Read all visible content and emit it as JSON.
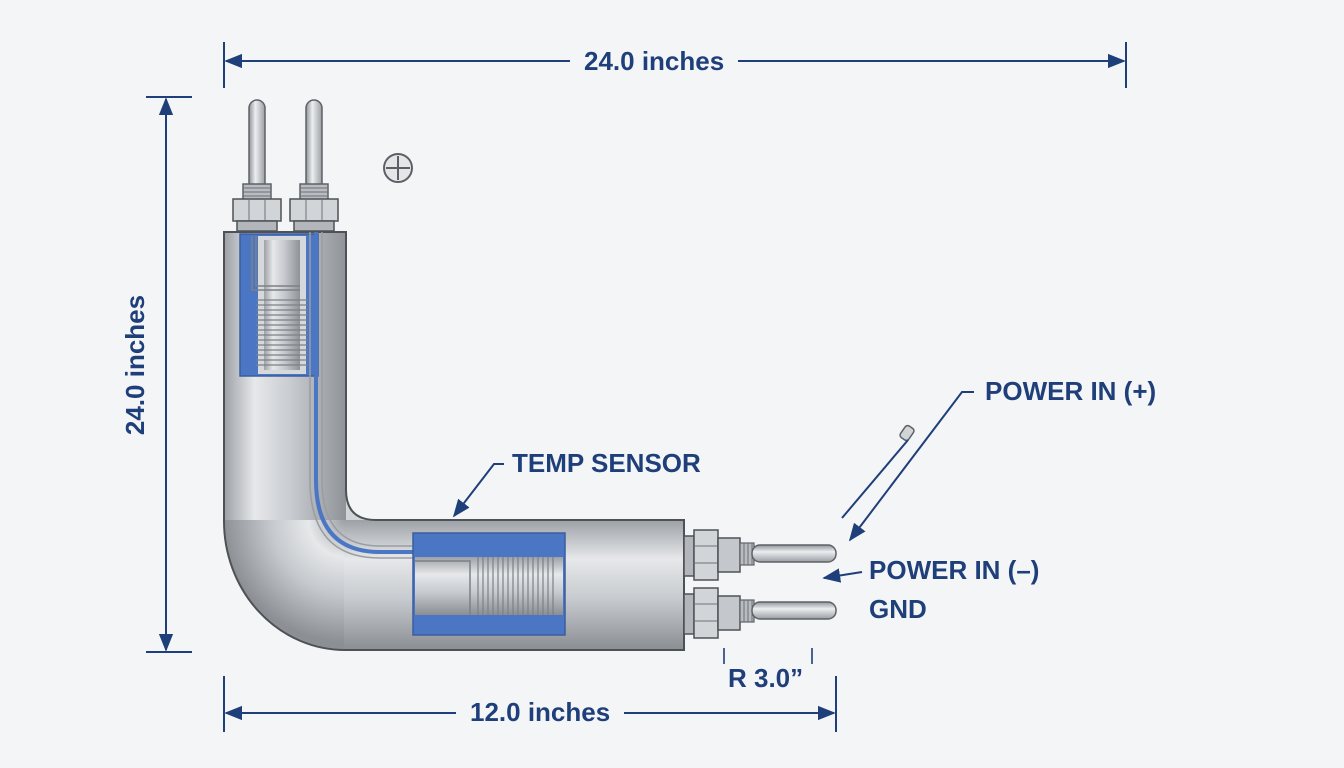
{
  "dimensions": {
    "top_width": "24.0 inches",
    "left_height": "24.0 inches",
    "bottom_width": "12.0 inches",
    "bend_radius": "R 3.0”"
  },
  "labels": {
    "temp_sensor": "TEMP SENSOR",
    "power_in_pos": "POWER IN (+)",
    "power_in_neg": "POWER IN (–)",
    "gnd": "GND"
  },
  "colors": {
    "label_text": "#1f3f7a",
    "dimension_line": "#1f3f7a",
    "cutaway_fill": "#4a76c4",
    "tube_body": "#c9ccd0",
    "background": "#f4f5f6"
  }
}
